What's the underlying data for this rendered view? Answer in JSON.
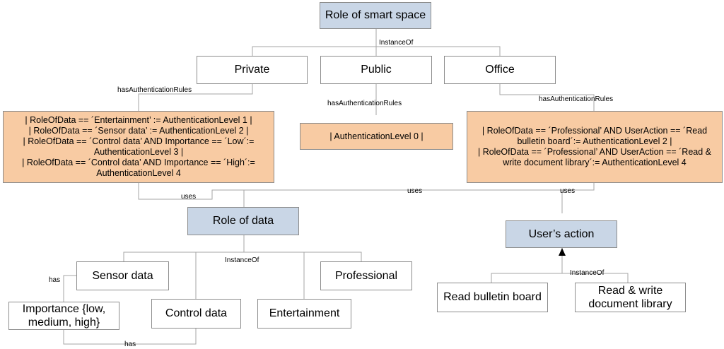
{
  "nodes": {
    "role_smart_space": "Role of smart space",
    "private": "Private",
    "public": "Public",
    "office": "Office",
    "rules_private": "| RoleOfData == ´Entertainment’ := AuthenticationLevel 1 |\n| RoleOfData == ´Sensor data’ := AuthenticationLevel 2 |\n| RoleOfData == ´Control data’ AND Importance == ´Low´:= AuthenticationLevel 3 |\n| RoleOfData == ´Control data’ AND Importance == ´High´:= AuthenticationLevel 4",
    "rules_public": "| AuthenticationLevel 0 |",
    "rules_office": "| RoleOfData == ´Professional’ AND UserAction == ´Read bulletin board´:= AuthenticationLevel 2 |\n| RoleOfData == ´Professional’ AND UserAction == ´Read & write document library´:= AuthenticationLevel 4",
    "role_of_data": "Role of data",
    "users_action": "User’s action",
    "sensor_data": "Sensor data",
    "professional": "Professional",
    "importance": "Importance {low, medium, high}",
    "control_data": "Control data",
    "entertainment": "Entertainment",
    "read_bulletin": "Read bulletin board",
    "read_write_doc": "Read & write document library"
  },
  "edge_labels": {
    "instance_of_top": "InstanceOf",
    "has_auth_private": "hasAuthenticationRules",
    "has_auth_public": "hasAuthenticationRules",
    "has_auth_office": "hasAuthenticationRules",
    "uses_private": "uses",
    "uses_middle": "uses",
    "uses_office": "uses",
    "instance_of_data": "InstanceOf",
    "has_sensor": "has",
    "has_control": "has",
    "instance_of_action": "InstanceOf"
  },
  "colors": {
    "role_box": "#c9d6e6",
    "rule_box": "#f8cba3",
    "plain_box": "#ffffff",
    "connector": "#a6a6a6"
  }
}
